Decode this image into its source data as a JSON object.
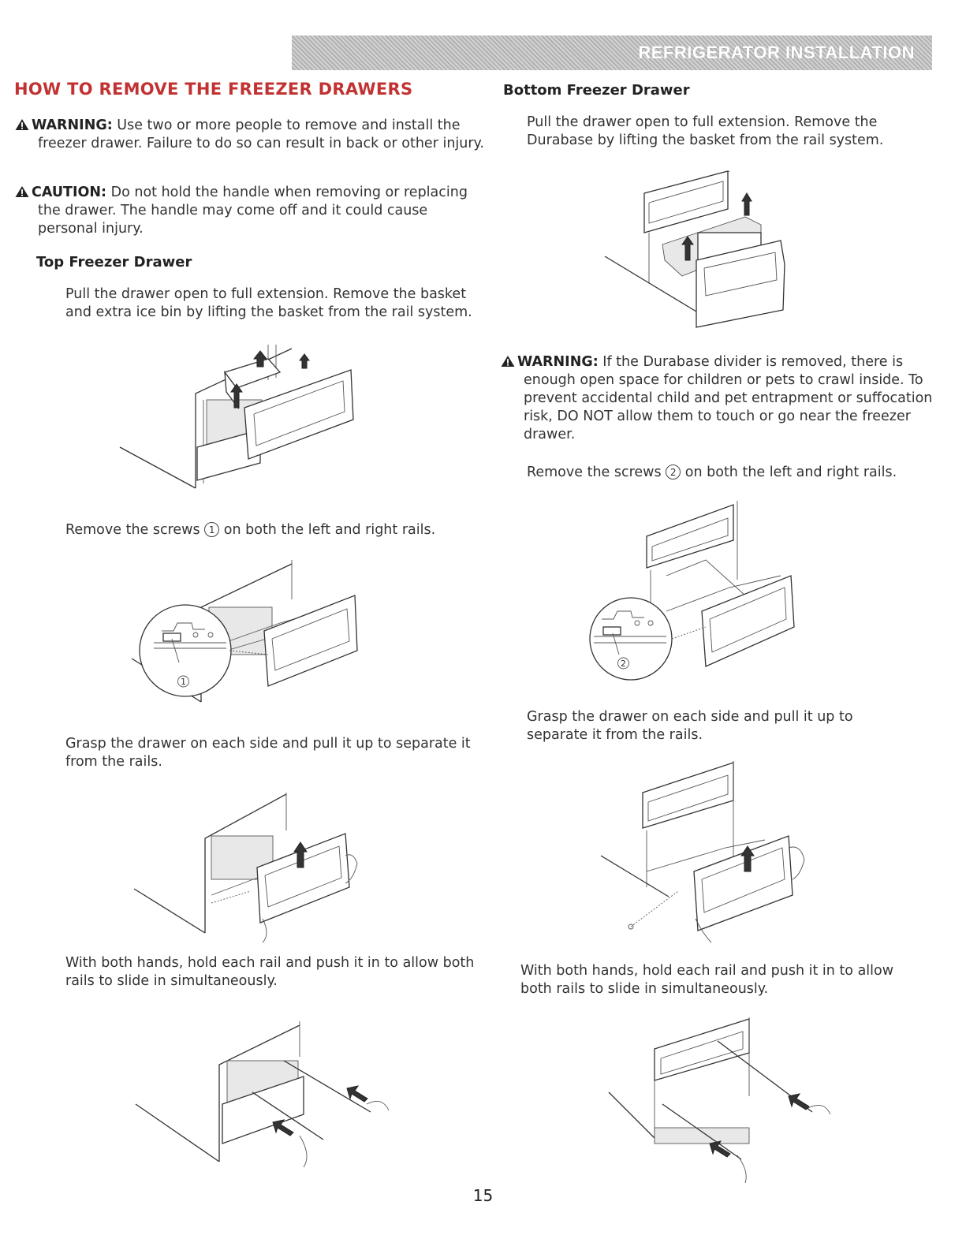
{
  "header": {
    "title": "REFRIGERATOR INSTALLATION"
  },
  "left": {
    "title": "HOW TO REMOVE THE FREEZER DRAWERS",
    "warning_label": "WARNING:",
    "warning_text": "Use two or more people to remove and install the freezer drawer. Failure to do so can result in back or other injury.",
    "caution_label": "CAUTION:",
    "caution_text": "Do not hold the handle when removing or replacing the drawer. The handle may come off and it could cause personal injury.",
    "top_drawer_title": "Top Freezer Drawer",
    "step1": "Pull the drawer open to full extension. Remove the basket and extra ice bin by lifting the basket from the rail system.",
    "step2_before": "Remove the screws",
    "step2_num": "1",
    "step2_after": "on both the left and right rails.",
    "step3": "Grasp the drawer on each side and pull it up to separate it from the rails.",
    "step4": "With both hands, hold each rail and push it in to allow both rails to slide in simultaneously.",
    "callout_num": "1"
  },
  "right": {
    "bottom_drawer_title": "Bottom Freezer Drawer",
    "step1": "Pull the drawer open to full extension. Remove the Durabase by lifting the basket from the rail system.",
    "warning_label": "WARNING:",
    "warning_text": "If the Durabase divider is removed, there is enough open space for children or pets to crawl inside. To prevent accidental child and pet entrapment or suffocation risk, DO NOT allow them to touch or go near the freezer drawer.",
    "step2_before": "Remove the screws",
    "step2_num": "2",
    "step2_after": "on both the left and right rails.",
    "step3": "Grasp the drawer on each side and pull it up to separate it from the rails.",
    "step4": "With both hands, hold each rail and push it in to allow both rails to slide in simultaneously.",
    "callout_num": "2"
  },
  "page_number": "15"
}
